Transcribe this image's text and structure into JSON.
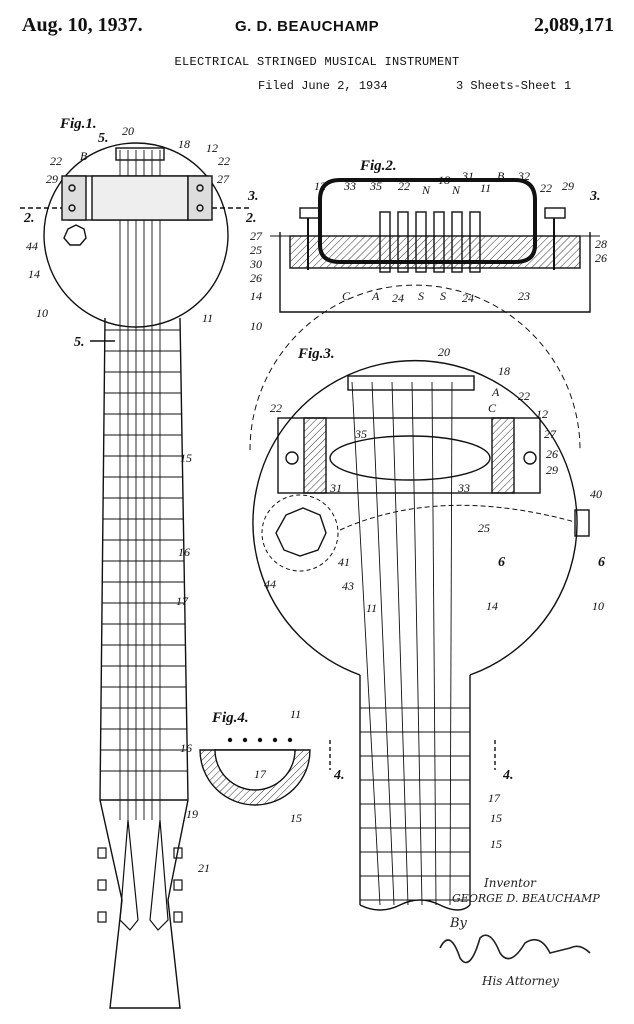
{
  "header": {
    "date": "Aug. 10, 1937.",
    "inventor": "G. D. BEAUCHAMP",
    "patent_number": "2,089,171",
    "title": "ELECTRICAL STRINGED MUSICAL INSTRUMENT",
    "filed": "Filed June 2, 1934",
    "sheets": "3 Sheets-Sheet 1"
  },
  "figures": {
    "fig1": "Fig.1.",
    "fig2": "Fig.2.",
    "fig3": "Fig.3.",
    "fig4": "Fig.4."
  },
  "section_marks": {
    "s5": "5.",
    "s2": "2.",
    "s3": "3.",
    "s4": "4.",
    "s6": "6"
  },
  "labels": {
    "n10": "10",
    "n11": "11",
    "n12": "12",
    "n14": "14",
    "n15": "15",
    "n16": "16",
    "n17": "17",
    "n18": "18",
    "n19": "19",
    "n20": "20",
    "n21": "21",
    "n22": "22",
    "n23": "23",
    "n24": "24",
    "n25": "25",
    "n26": "26",
    "n27": "27",
    "n28": "28",
    "n29": "29",
    "n30": "30",
    "n31": "31",
    "n32": "32",
    "n33": "33",
    "n35": "35",
    "n40": "40",
    "n41": "41",
    "n43": "43",
    "n44": "44",
    "lA": "A",
    "lB": "B",
    "lC": "C",
    "lN": "N",
    "lS": "S"
  },
  "signature": {
    "inventor_caption": "Inventor",
    "inventor_name": "GEORGE D. BEAUCHAMP",
    "by": "By",
    "attorney_caption": "His Attorney"
  }
}
